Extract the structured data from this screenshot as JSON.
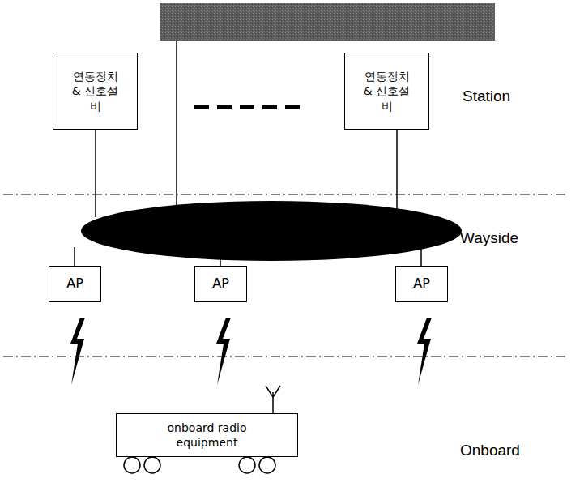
{
  "diagram": {
    "nodes": [
      {
        "text": [
          "연동장치 & 신호설비"
        ]
      },
      {
        "text": [
          "연동장치 & 신호설비"
        ]
      },
      {
        "text": [
          "AP"
        ]
      },
      {
        "text": [
          "AP"
        ]
      },
      {
        "text": [
          "AP"
        ]
      },
      {
        "text": [
          "onboard radio equipment"
        ]
      }
    ],
    "labels": [
      "Station",
      "Wayside",
      "Onboard"
    ]
  }
}
